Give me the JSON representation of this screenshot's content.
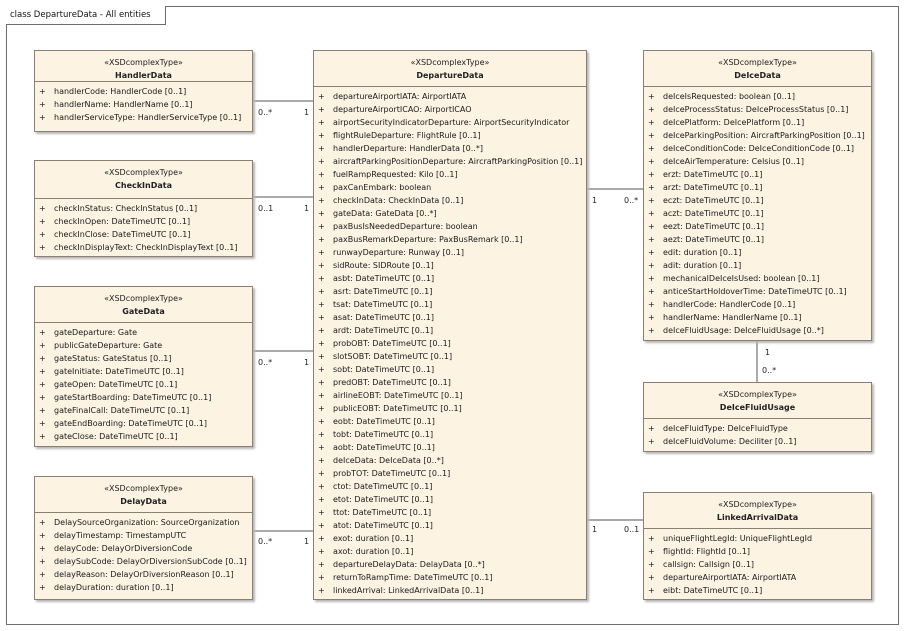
{
  "diagram_title": "class DepartureData - All entities",
  "classes": {
    "handler": {
      "stereotype": "«XSDcomplexType»",
      "name": "HandlerData",
      "attributes": [
        "handlerCode: HandlerCode [0..1]",
        "handlerName: HandlerName [0..1]",
        "handlerServiceType: HandlerServiceType [0..1]"
      ]
    },
    "checkin": {
      "stereotype": "«XSDcomplexType»",
      "name": "CheckInData",
      "attributes": [
        "checkInStatus: CheckInStatus [0..1]",
        "checkInOpen: DateTimeUTC [0..1]",
        "checkInClose: DateTimeUTC [0..1]",
        "checkInDisplayText: CheckInDisplayText [0..1]"
      ]
    },
    "gate": {
      "stereotype": "«XSDcomplexType»",
      "name": "GateData",
      "attributes": [
        "gateDeparture: Gate",
        "publicGateDeparture: Gate",
        "gateStatus: GateStatus [0..1]",
        "gateInitiate: DateTimeUTC [0..1]",
        "gateOpen: DateTimeUTC [0..1]",
        "gateStartBoarding: DateTimeUTC [0..1]",
        "gateFinalCall: DateTimeUTC [0..1]",
        "gateEndBoarding: DateTimeUTC [0..1]",
        "gateClose: DateTimeUTC [0..1]"
      ]
    },
    "delay": {
      "stereotype": "«XSDcomplexType»",
      "name": "DelayData",
      "attributes": [
        "DelaySourceOrganization: SourceOrganization",
        "delayTimestamp: TimestampUTC",
        "delayCode: DelayOrDiversionCode",
        "delaySubCode: DelayOrDiversionSubCode [0..1]",
        "delayReason: DelayOrDiversionReason [0..1]",
        "delayDuration: duration [0..1]"
      ]
    },
    "departure": {
      "stereotype": "«XSDcomplexType»",
      "name": "DepartureData",
      "attributes": [
        "departureAirportIATA: AirportIATA",
        "departureAirportICAO: AirportICAO",
        "airportSecurityIndicatorDeparture: AirportSecurityIndicator",
        "flightRuleDeparture: FlightRule [0..1]",
        "handlerDeparture: HandlerData [0..*]",
        "aircraftParkingPositionDeparture: AircraftParkingPosition [0..1]",
        "fuelRampRequested: Kilo [0..1]",
        "paxCanEmbark: boolean",
        "checkInData: CheckInData [0..1]",
        "gateData: GateData [0..*]",
        "paxBusIsNeededDeparture: boolean",
        "paxBusRemarkDeparture: PaxBusRemark [0..1]",
        "runwayDeparture: Runway [0..1]",
        "sidRoute: SIDRoute [0..1]",
        "asbt: DateTimeUTC [0..1]",
        "asrt: DateTimeUTC [0..1]",
        "tsat: DateTimeUTC [0..1]",
        "asat: DateTimeUTC [0..1]",
        "ardt: DateTimeUTC [0..1]",
        "probOBT: DateTimeUTC [0..1]",
        "slotSOBT: DateTimeUTC [0..1]",
        "sobt: DateTimeUTC [0..1]",
        "predOBT: DateTimeUTC [0..1]",
        "airlineEOBT: DateTimeUTC [0..1]",
        "publicEOBT: DateTimeUTC [0..1]",
        "eobt: DateTimeUTC [0..1]",
        "tobt: DateTimeUTC [0..1]",
        "aobt: DateTimeUTC [0..1]",
        "deIceData: DeIceData [0..*]",
        "probTOT: DateTimeUTC [0..1]",
        "ctot: DateTimeUTC [0..1]",
        "etot: DateTimeUTC [0..1]",
        "ttot: DateTimeUTC [0..1]",
        "atot: DateTimeUTC [0..1]",
        "exot: duration [0..1]",
        "axot: duration [0..1]",
        "departureDelayData: DelayData [0..*]",
        "returnToRampTime: DateTimeUTC [0..1]",
        "linkedArrival: LinkedArrivalData [0..1]"
      ]
    },
    "deice": {
      "stereotype": "«XSDcomplexType»",
      "name": "DeIceData",
      "attributes": [
        "deIceIsRequested: boolean [0..1]",
        "deIceProcessStatus: DeIceProcessStatus [0..1]",
        "deIcePlatform: DeIcePlatform [0..1]",
        "deIceParkingPosition: AircraftParkingPosition [0..1]",
        "deIceConditionCode: DeIceConditionCode [0..1]",
        "deIceAirTemperature: Celsius [0..1]",
        "erzt: DateTimeUTC [0..1]",
        "arzt: DateTimeUTC [0..1]",
        "eczt: DateTimeUTC [0..1]",
        "aczt: DateTimeUTC [0..1]",
        "eezt: DateTimeUTC [0..1]",
        "aezt: DateTimeUTC [0..1]",
        "edit: duration [0..1]",
        "adit: duration [0..1]",
        "mechanicalDeIceIsUsed: boolean [0..1]",
        "anticeStartHoldoverTime: DateTimeUTC [0..1]",
        "handlerCode: HandlerCode [0..1]",
        "handlerName: HandlerName [0..1]",
        "deIceFluidUsage: DeIceFluidUsage [0..*]"
      ]
    },
    "fluid": {
      "stereotype": "«XSDcomplexType»",
      "name": "DeIceFluidUsage",
      "attributes": [
        "deIceFluidType: DeIceFluidType",
        "deIceFluidVolume: Deciliter [0..1]"
      ]
    },
    "linked": {
      "stereotype": "«XSDcomplexType»",
      "name": "LinkedArrivalData",
      "attributes": [
        "uniqueFlightLegId: UniqueFlightLegId",
        "flightId: FlightId [0..1]",
        "callsign: Callsign [0..1]",
        "departureAirportIATA: AirportIATA",
        "eibt: DateTimeUTC [0..1]"
      ]
    }
  },
  "visibility_marker": "+",
  "multiplicities": {
    "handler_side": "0..*",
    "handler_dep": "1",
    "checkin_side": "0..1",
    "checkin_dep": "1",
    "gate_side": "0..*",
    "gate_dep": "1",
    "delay_side": "0..*",
    "delay_dep": "1",
    "deice_dep": "1",
    "deice_side": "0..*",
    "linked_dep": "1",
    "linked_side": "0..1",
    "fluid_parent": "1",
    "fluid_side": "0..*"
  }
}
